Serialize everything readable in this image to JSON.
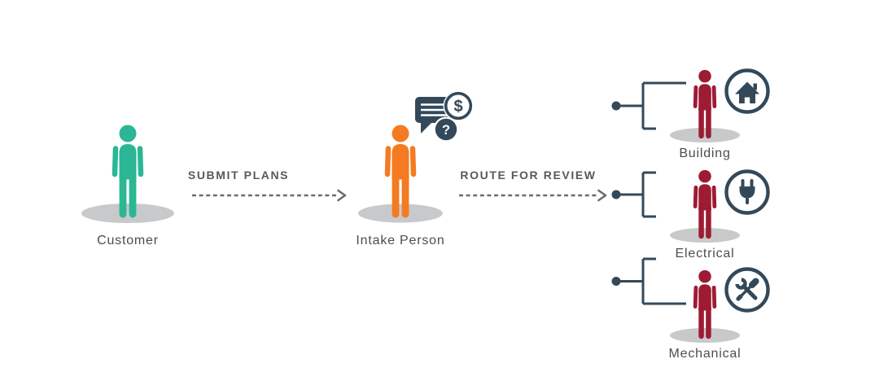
{
  "colors": {
    "teal": "#2bb795",
    "orange": "#f47b21",
    "crimson": "#9e1b34",
    "slate": "#33495a",
    "arrow-gray": "#6b6c6e",
    "step-gray": "#58595b",
    "name-gray": "#4b4c4e",
    "shadow-gray": "#c8c9ca"
  },
  "nodes": {
    "customer": {
      "label": "Customer",
      "figure": "person-icon"
    },
    "intake": {
      "label": "Intake Person",
      "figure": "person-icon",
      "icons": [
        "chat-bubble-icon",
        "dollar-icon",
        "question-icon"
      ]
    },
    "reviewers": [
      {
        "label": "Building",
        "icon": "house-icon"
      },
      {
        "label": "Electrical",
        "icon": "plug-icon"
      },
      {
        "label": "Mechanical",
        "icon": "tools-icon"
      }
    ]
  },
  "steps": {
    "submit": {
      "label": "SUBMIT PLANS"
    },
    "route": {
      "label": "ROUTE FOR REVIEW"
    }
  },
  "glyphs": {
    "dollar": "$",
    "question": "?"
  }
}
